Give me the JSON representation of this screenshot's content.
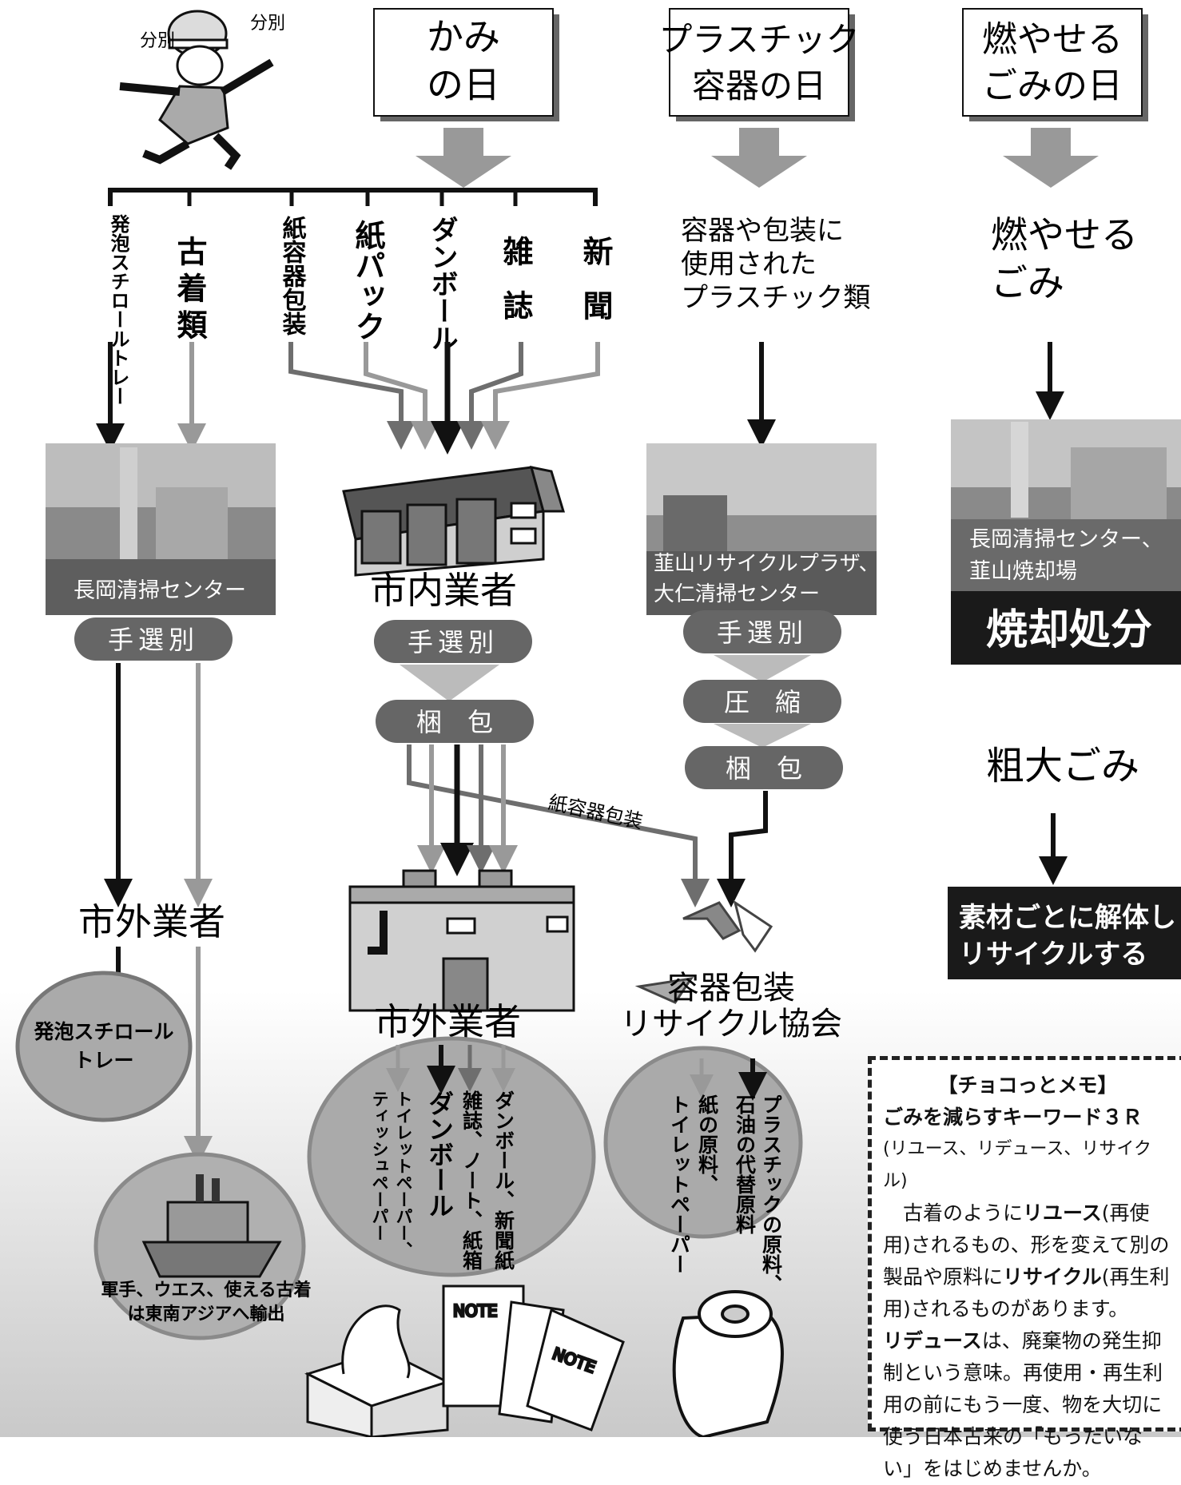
{
  "header": {
    "worker_shout_left": "分別",
    "worker_shout_right": "分別",
    "kami_day": [
      "かみ",
      "の日"
    ],
    "plastic_day": [
      "プラスチック",
      "容器の日"
    ],
    "burnable_day": [
      "燃やせる",
      "ごみの日"
    ]
  },
  "kami_items": [
    "発泡スチロールトレー",
    "古着類",
    "紙容器包装",
    "紙パック",
    "ダンボール",
    "雑誌",
    "新聞"
  ],
  "plastic_item": [
    "容器や包装に",
    "使用された",
    "プラスチック類"
  ],
  "burnable_item": [
    "燃やせる",
    "ごみ"
  ],
  "facilities": {
    "nagaoka": "長岡清掃センター",
    "city_vendor": "市内業者",
    "nirayama": [
      "韮山リサイクルプラザ、",
      "大仁清掃センター"
    ],
    "incinerator": [
      "長岡清掃センター、",
      "韮山焼却場"
    ],
    "incineration": "焼却処分"
  },
  "process": {
    "hand_sort": "手選別",
    "baling": "梱　包",
    "compress": "圧　縮",
    "paper_container_route": "紙容器包装"
  },
  "outside_vendor_left": "市外業者",
  "outside_vendor_center": "市外業者",
  "styrofoam_result": [
    "発泡スチロール",
    "トレー"
  ],
  "export_note": [
    "軍手、ウエス、使える古着",
    "は東南アジアへ輸出"
  ],
  "vendor_products": [
    "ダンボール、新聞紙",
    "雑誌、ノート、紙箱",
    "ダンボール",
    "トイレットペーパー、",
    "ティッシュペーパー"
  ],
  "association": [
    "容器包装",
    "リサイクル協会"
  ],
  "association_products": [
    "プラスチックの原料、",
    "石油の代替原料",
    "紙の原料、",
    "トイレットペーパー"
  ],
  "bulky": {
    "title": "粗大ごみ",
    "result": [
      "素材ごとに解体し",
      "リサイクルする"
    ]
  },
  "illustrations": {
    "note_label": "NOTE"
  },
  "memo": {
    "heading": "【チョコっとメモ】",
    "title": "ごみを減らすキーワード３Ｒ",
    "subtitle": "(リユース、リデュース、リサイクル)",
    "p1a": "古着のように",
    "p1b": "リユース",
    "p1c": "(再使用)されるもの、形を変えて別の製品や原料に",
    "p1d": "リサイクル",
    "p1e": "(再生利用)されるものがあります。",
    "p2a": "リデュース",
    "p2b": "は、廃棄物の発生抑制という意味。再使用・再生利用の前にもう一度、物を大切に使う日本古来の「もったいない」をはじめませんか。"
  }
}
